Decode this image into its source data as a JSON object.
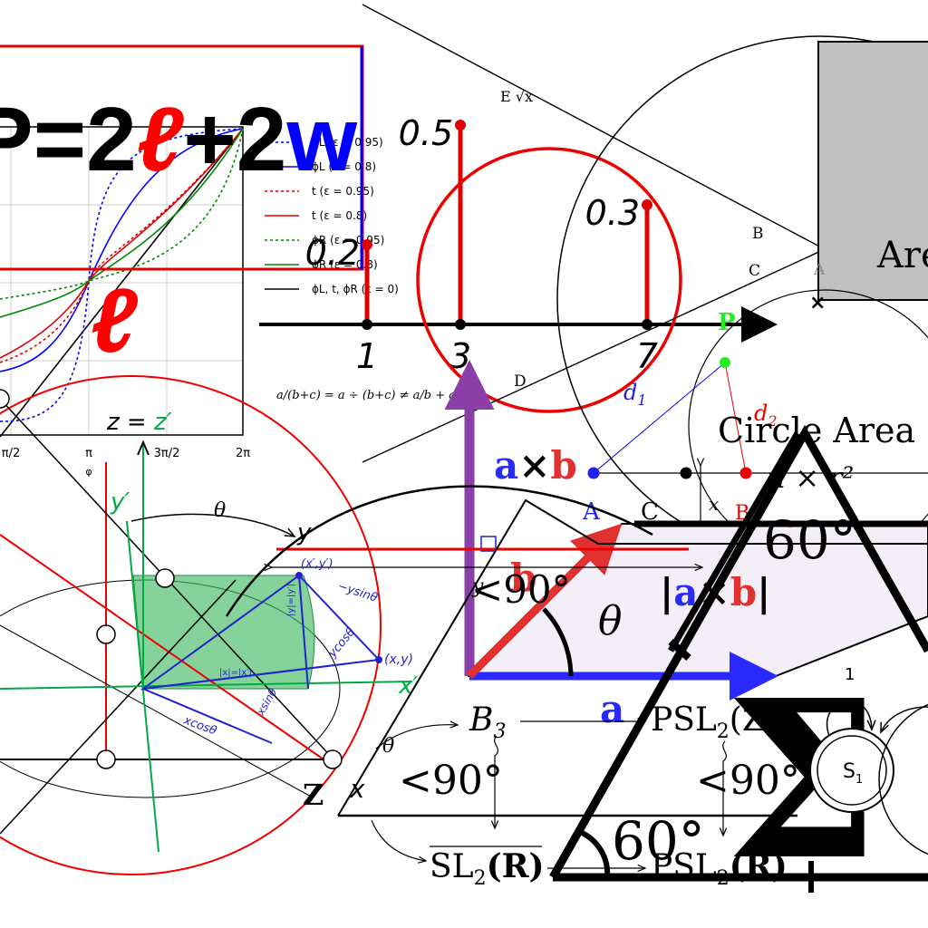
{
  "perimeter": {
    "formula_p": "P",
    "formula_eq2": "=2",
    "formula_l": "ℓ",
    "formula_plus2": "+2",
    "formula_w": "w",
    "side_label": "ℓ"
  },
  "curve_plot": {
    "x_ticks": [
      "π/2",
      "π",
      "3π/2",
      "2π"
    ],
    "x_axis_label": "φ",
    "legend": [
      {
        "label": "ϕL  (ε = 0.95)",
        "color": "#0000ff",
        "dash": true
      },
      {
        "label": "ϕL  (ε = 0.8)",
        "color": "#0000ff",
        "dash": false
      },
      {
        "label": "t  (ε = 0.95)",
        "color": "#dd0000",
        "dash": true
      },
      {
        "label": "t  (ε = 0.8)",
        "color": "#dd0000",
        "dash": false
      },
      {
        "label": "ϕR  (ε = 0.95)",
        "color": "#008800",
        "dash": true
      },
      {
        "label": "ϕR  (ε = 0.8)",
        "color": "#008800",
        "dash": false
      },
      {
        "label": "ϕL, t, ϕR  (ε = 0)",
        "color": "#000000",
        "dash": false
      }
    ]
  },
  "stem_plot": {
    "stems": [
      {
        "x": 1,
        "value": 0.2,
        "value_label": "0.2",
        "x_label": "1"
      },
      {
        "x": 3,
        "value": 0.5,
        "value_label": "0.5",
        "x_label": "3"
      },
      {
        "x": 7,
        "value": 0.3,
        "value_label": "0.3",
        "x_label": "7"
      }
    ],
    "fraction_formula": "a/(b+c) = a ÷ (b+c) ≠ a/b + a/c"
  },
  "geometry_labels": {
    "sqrt_x": "E √x",
    "point_b": "B",
    "point_c": "C",
    "point_a_gray": "A",
    "point_d": "D",
    "area_text": "Are",
    "point_p": "P",
    "distance_d1": "d",
    "distance_d1_sub": "1",
    "distance_d2": "d",
    "distance_d2_sub": "2",
    "circle_area": "Circle Area =",
    "pi_r2": "π × r²",
    "line_a": "A",
    "line_c": "C",
    "line_b": "B",
    "x_dim": "x",
    "cross_a": "a",
    "cross_times": "×",
    "cross_b": "b",
    "cross_norm_open": "|",
    "cross_norm_a": "a",
    "cross_norm_times": "×",
    "cross_norm_b": "b",
    "cross_norm_close": "|",
    "theta_parallelogram": "θ",
    "vector_a": "a",
    "vector_b": "b"
  },
  "rotation": {
    "z_eq": "z = ",
    "z_prime": "z′",
    "y_prime": "y′",
    "y": "y",
    "x_prime": "x′",
    "theta": "θ",
    "point_xy_prime": "(x′,y′)",
    "point_xy": "(x,y)",
    "ysin": "−ysinθ",
    "ycos": "ycosθ",
    "xcos": "xcosθ",
    "xsin": "xsinθ",
    "abs_y": "|y|=|y′|",
    "abs_x": "|x|=|x′|",
    "x_small": "x",
    "y_small": "y",
    "theta_small": "θ"
  },
  "angles": {
    "angle_90_a": "<90°",
    "angle_90_b": "<90°",
    "angle_90_c": "<90°",
    "angle_60_a": "60°",
    "angle_60_b": "60°",
    "z_letter": "Z"
  },
  "groups": {
    "b3": "B",
    "b3_sub": "3",
    "psl2z": "PSL",
    "psl2z_sub": "2",
    "psl2z_arg": "(Z",
    "sl2r": "SL",
    "sl2r_sub": "2",
    "sl2r_arg": "(R)",
    "psl2r": "PSL",
    "psl2r_sub": "2",
    "psl2r_arg": "(R)"
  },
  "state_machine": {
    "state_label": "S",
    "state_sub": "1",
    "transition_label": "1",
    "sigma": "Σ"
  }
}
